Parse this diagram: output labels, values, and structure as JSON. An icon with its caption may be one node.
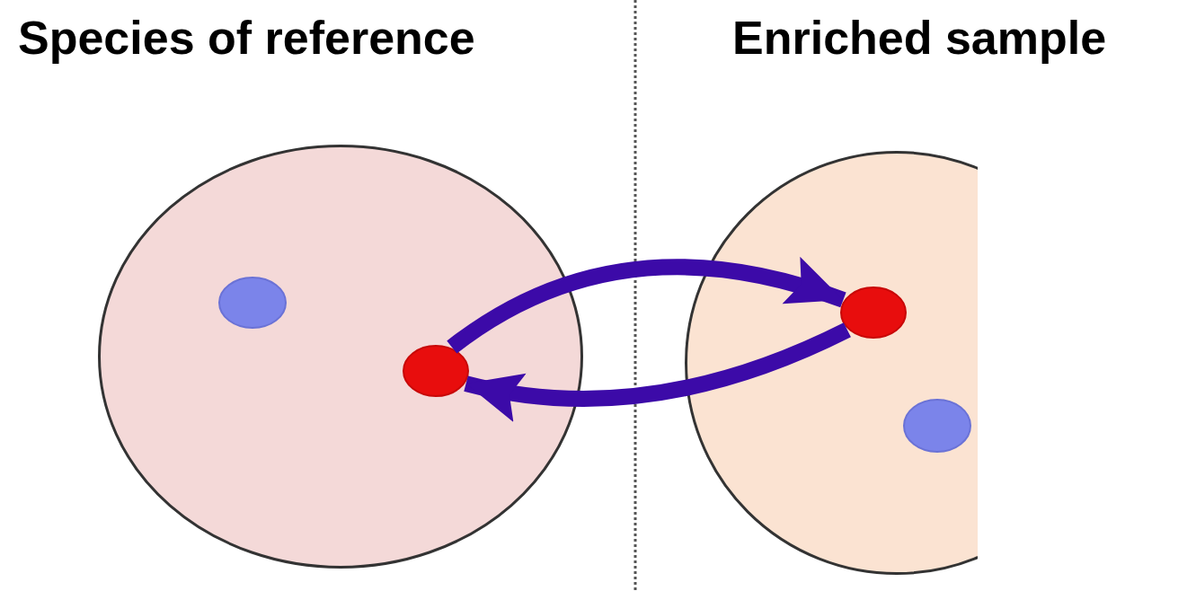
{
  "diagram": {
    "nodes": [
      {
        "text": [],
        "shape": "circle"
      },
      {
        "text": [],
        "shape": "circle",
        "in": 0
      },
      {
        "text": [],
        "shape": "circle",
        "in": 0
      },
      {
        "text": [],
        "shape": "circle"
      },
      {
        "text": [],
        "shape": "circle",
        "in": 3
      },
      {
        "text": [],
        "shape": "circle",
        "in": 3
      }
    ],
    "edges": [
      {
        "from": 2,
        "to": 4,
        "arrow": "to"
      },
      {
        "from": 4,
        "to": 2,
        "arrow": "to"
      }
    ],
    "labels": [
      "Species of reference",
      "Enriched sample"
    ]
  }
}
